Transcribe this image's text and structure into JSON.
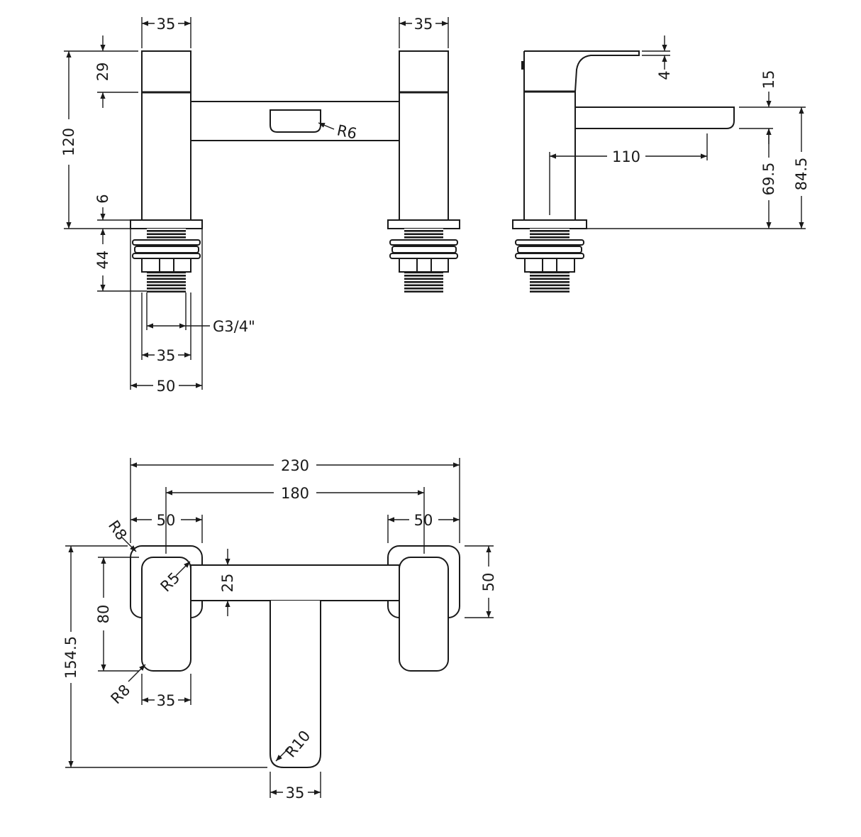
{
  "dimensions": {
    "front_top_left_width": "35",
    "front_top_right_width": "35",
    "front_cap_height": "29",
    "front_total_height": "120",
    "front_base_thickness": "6",
    "front_thread_length": "44",
    "front_spout_radius": "R6",
    "front_thread_size": "G3/4\"",
    "front_bottom_pillar_width": "35",
    "front_bottom_base_width": "50",
    "side_lever_gap": "4",
    "side_spout_thickness": "15",
    "side_spout_reach": "110",
    "side_spout_height": "69.5",
    "side_total_height": "84.5",
    "plan_overall_width": "230",
    "plan_centres": "180",
    "plan_left_base_width": "50",
    "plan_right_base_width": "50",
    "plan_base_radius_top": "R8",
    "plan_bridge_radius": "R5",
    "plan_bridge_depth": "25",
    "plan_base_depth": "50",
    "plan_handle_length": "80",
    "plan_overall_depth": "154.5",
    "plan_handle_radius": "R8",
    "plan_handle_width": "35",
    "plan_spout_radius": "R10",
    "plan_spout_width": "35"
  }
}
